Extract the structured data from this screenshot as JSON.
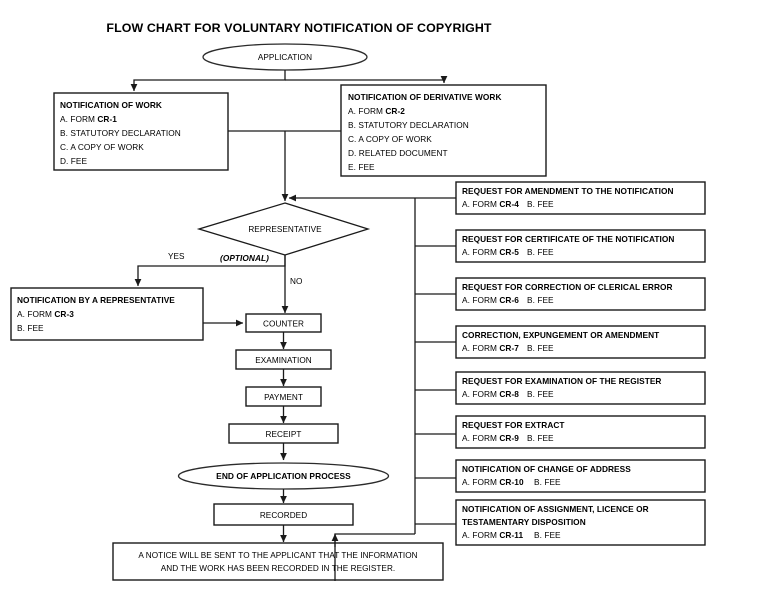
{
  "title": "FLOW CHART FOR VOLUNTARY NOTIFICATION OF COPYRIGHT",
  "start": {
    "label": "APPLICATION"
  },
  "branches": {
    "work": {
      "heading": "NOTIFICATION OF WORK",
      "items": [
        {
          "prefix": "A. FORM ",
          "form": "CR-1"
        },
        {
          "prefix": "B. STATUTORY DECLARATION",
          "form": ""
        },
        {
          "prefix": "C.  A COPY OF WORK",
          "form": ""
        },
        {
          "prefix": "D. FEE",
          "form": ""
        }
      ]
    },
    "derivative": {
      "heading": "NOTIFICATION OF DERIVATIVE WORK",
      "items": [
        {
          "prefix": "A. FORM ",
          "form": "CR-2"
        },
        {
          "prefix": "B. STATUTORY DECLARATION",
          "form": ""
        },
        {
          "prefix": "C. A COPY OF WORK",
          "form": ""
        },
        {
          "prefix": "D. RELATED DOCUMENT",
          "form": ""
        },
        {
          "prefix": "E. FEE",
          "form": ""
        }
      ]
    }
  },
  "decision": {
    "label": "REPRESENTATIVE",
    "optional_note": "(OPTIONAL)",
    "yes_label": "YES",
    "no_label": "NO"
  },
  "representative": {
    "heading": "NOTIFICATION BY A REPRESENTATIVE",
    "items": [
      {
        "prefix": "A. FORM ",
        "form": "CR-3"
      },
      {
        "prefix": "B. FEE",
        "form": ""
      }
    ]
  },
  "process_steps": [
    {
      "label": "COUNTER"
    },
    {
      "label": "EXAMINATION"
    },
    {
      "label": "PAYMENT"
    },
    {
      "label": "RECEIPT"
    }
  ],
  "end_node": {
    "label": "END OF APPLICATION PROCESS"
  },
  "recorded": {
    "label": "RECORDED"
  },
  "notice": {
    "line1": "A NOTICE WILL BE SENT TO THE APPLICANT THAT THE INFORMATION",
    "line2": "AND THE WORK HAS BEEN RECORDED IN THE REGISTER."
  },
  "requests": [
    {
      "heading_lines": [
        "REQUEST FOR AMENDMENT TO THE NOTIFICATION"
      ],
      "form_prefix": "A. FORM ",
      "form": "CR-4",
      "fee": "B. FEE"
    },
    {
      "heading_lines": [
        "REQUEST FOR CERTIFICATE OF THE NOTIFICATION"
      ],
      "form_prefix": "A. FORM ",
      "form": "CR-5",
      "fee": "B. FEE"
    },
    {
      "heading_lines": [
        "REQUEST FOR CORRECTION OF CLERICAL ERROR"
      ],
      "form_prefix": "A. FORM ",
      "form": "CR-6",
      "fee": "B. FEE"
    },
    {
      "heading_lines": [
        "CORRECTION, EXPUNGEMENT OR AMENDMENT"
      ],
      "form_prefix": "A. FORM ",
      "form": "CR-7",
      "fee": "B. FEE"
    },
    {
      "heading_lines": [
        "REQUEST FOR EXAMINATION OF THE REGISTER"
      ],
      "form_prefix": "A. FORM ",
      "form": "CR-8",
      "fee": "B. FEE"
    },
    {
      "heading_lines": [
        "REQUEST FOR EXTRACT"
      ],
      "form_prefix": "A. FORM ",
      "form": "CR-9",
      "fee": "B. FEE"
    },
    {
      "heading_lines": [
        "NOTIFICATION OF CHANGE OF ADDRESS"
      ],
      "form_prefix": "A. FORM ",
      "form": "CR-10",
      "fee": "B. FEE"
    },
    {
      "heading_lines": [
        "NOTIFICATION OF ASSIGNMENT, LICENCE OR",
        "TESTAMENTARY DISPOSITION"
      ],
      "form_prefix": "A. FORM ",
      "form": "CR-11",
      "fee": "B. FEE"
    }
  ],
  "colors": {
    "stroke": "#1a1a1a",
    "background": "#ffffff",
    "text": "#000000"
  }
}
